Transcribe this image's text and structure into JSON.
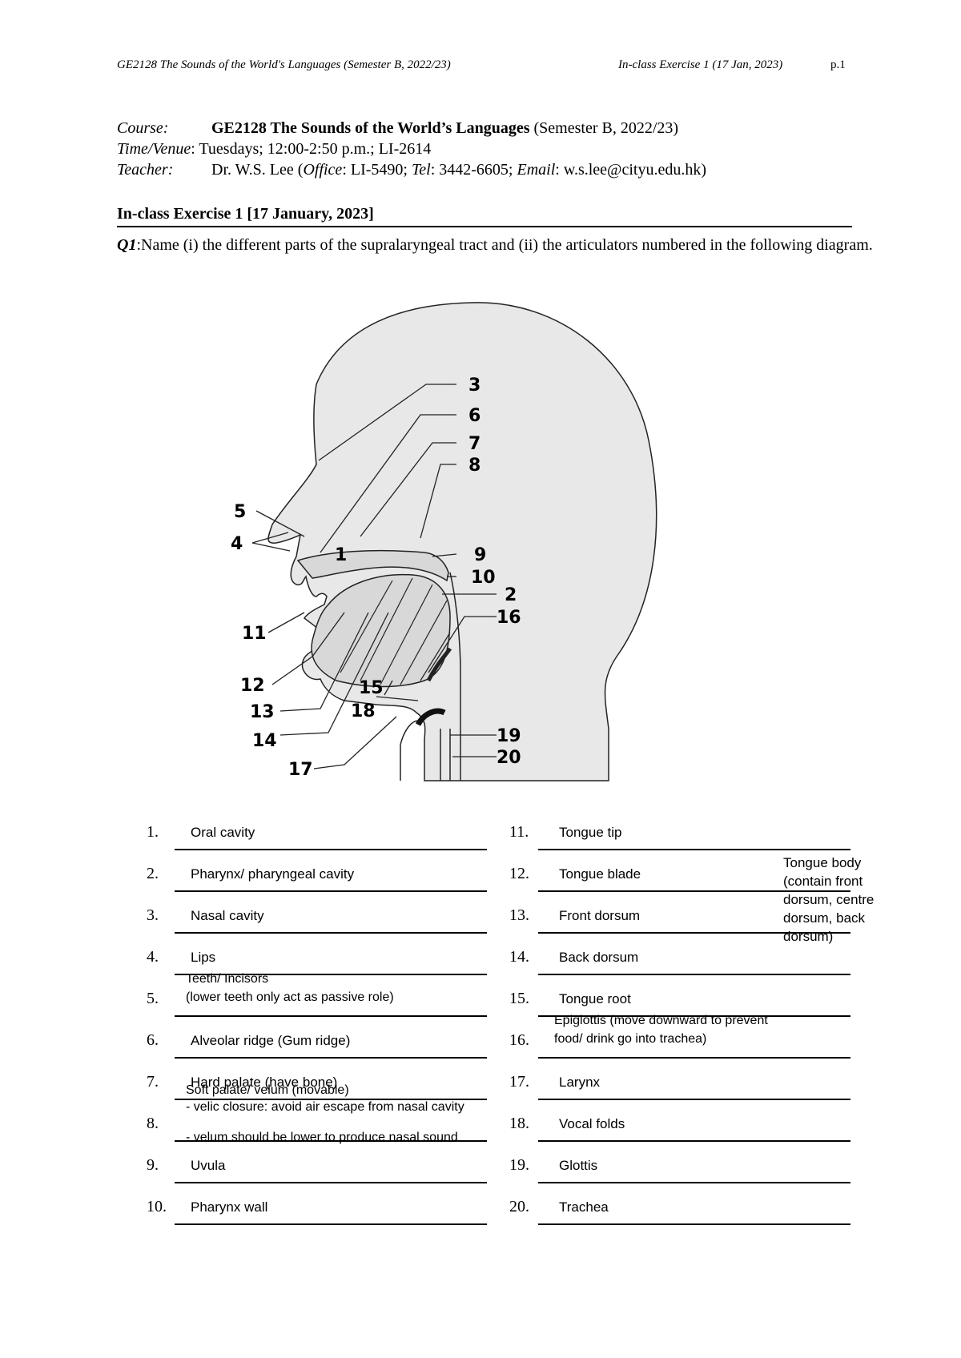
{
  "header": {
    "left": "GE2128 The Sounds of the World's Languages (Semester B, 2022/23)",
    "right": "In-class Exercise 1 (17 Jan, 2023)",
    "page": "p.1"
  },
  "course_info": {
    "course_label": "Course:",
    "course_code_title": "GE2128 The Sounds of the World’s Languages",
    "course_semester": "(Semester B, 2022/23)",
    "time_label": "Time/Venue",
    "time_value": ": Tuesdays; 12:00-2:50 p.m.; LI-2614",
    "teacher_label": "Teacher:",
    "teacher_name": "Dr. W.S. Lee (",
    "office_label": "Office",
    "office_value": ": LI-5490;",
    "tel_label": "Tel",
    "tel_value": ": 3442-6605;",
    "email_label": "Email",
    "email_value": ": w.s.lee@cityu.edu.hk)"
  },
  "exercise": {
    "title": "In-class Exercise 1 [17 January, 2023]",
    "question_label": "Q1",
    "question_text": ":Name (i) the different parts of the supralaryngeal tract and (ii) the articulators numbered in the following diagram."
  },
  "diagram": {
    "labels": [
      "3",
      "6",
      "7",
      "8",
      "9",
      "10",
      "2",
      "16",
      "5",
      "1",
      "4",
      "11",
      "12",
      "15",
      "18",
      "13",
      "14",
      "19",
      "20",
      "17"
    ]
  },
  "answers": {
    "left": [
      {
        "num": "1.",
        "text": "Oral cavity"
      },
      {
        "num": "2.",
        "text": "Pharynx/ pharyngeal cavity"
      },
      {
        "num": "3.",
        "text": "Nasal cavity"
      },
      {
        "num": "4.",
        "text": "Lips"
      },
      {
        "num": "5.",
        "line1": "Teeth/ Incisors",
        "line2": "(lower teeth only act as passive role)"
      },
      {
        "num": "6.",
        "text": "Alveolar ridge (Gum ridge)"
      },
      {
        "num": "7.",
        "text": "Hard palate (have bone)"
      },
      {
        "num": "8.",
        "line1": "Soft palate/ velum (movable)",
        "line2": "- velic closure: avoid air escape from nasal cavity",
        "line3": "- velum should be lower to produce nasal sound"
      },
      {
        "num": "9.",
        "text": "Uvula"
      },
      {
        "num": "10.",
        "text": "Pharynx wall"
      }
    ],
    "right": [
      {
        "num": "11.",
        "text": "Tongue tip"
      },
      {
        "num": "12.",
        "text": "Tongue blade"
      },
      {
        "num": "13.",
        "text": "Front dorsum"
      },
      {
        "num": "14.",
        "text": "Back dorsum"
      },
      {
        "num": "15.",
        "text": "Tongue root"
      },
      {
        "num": "16.",
        "line1": "Epiglottis (move downward to prevent",
        "line2": "food/ drink go into trachea)"
      },
      {
        "num": "17.",
        "text": "Larynx"
      },
      {
        "num": "18.",
        "text": "Vocal folds"
      },
      {
        "num": "19.",
        "text": "Glottis"
      },
      {
        "num": "20.",
        "text": "Trachea"
      }
    ],
    "tongue_body_note": [
      "Tongue body",
      "(contain front",
      "dorsum, centre",
      "dorsum, back",
      "dorsum)"
    ]
  }
}
